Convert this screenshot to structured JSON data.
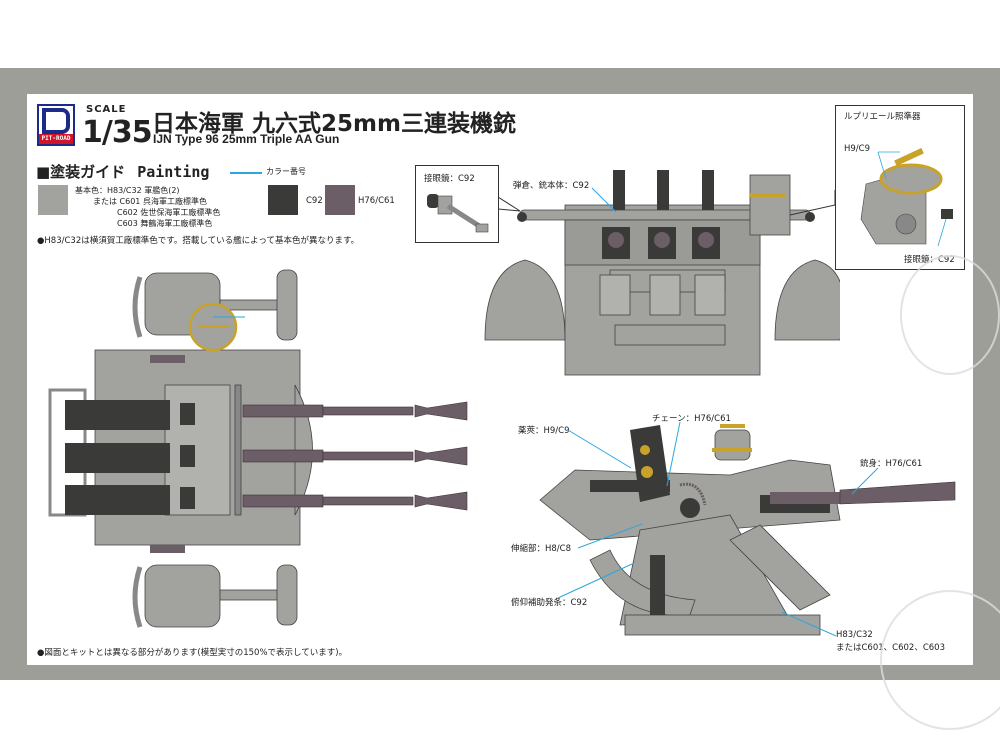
{
  "header": {
    "brand": "PIT-ROAD",
    "scale_label": "SCALE",
    "scale_value": "1/35",
    "title_jp": "日本海軍 九六式25mm三連装機銃",
    "title_en": "IJN Type 96 25mm Triple AA Gun"
  },
  "painting": {
    "heading_jp": "■塗装ガイド",
    "heading_en": "Painting",
    "legend_label": "カラー番号",
    "swatches": [
      {
        "name": "base",
        "color": "#a2a39e",
        "lines": [
          "基本色：H83/C32 軍艦色(2)",
          "または C601 呉海軍工廠標準色",
          "C602 佐世保海軍工廠標準色",
          "C603 舞鶴海軍工廠標準色"
        ]
      },
      {
        "name": "c92",
        "color": "#3a3a38",
        "label": "C92"
      },
      {
        "name": "h76",
        "color": "#6c5e66",
        "label": "H76/C61"
      }
    ],
    "note": "●H83/C32は横須賀工廠標準色です。搭載している艦によって基本色が異なります。"
  },
  "callouts": {
    "eyepiece_box": "接眼鏡：C92",
    "magazine": "弾倉、銃本体：C92",
    "sight_title": "ルプリエール照準器",
    "sight_h9": "H9/C9",
    "sight_eyepiece": "接眼鏡：C92",
    "cartridge": "薬莢：H9/C9",
    "chain": "チェーン：H76/C61",
    "barrel": "銃身：H76/C61",
    "recoil": "伸縮部：H8/C8",
    "elevation_spring": "俯仰補助発条：C92",
    "base_line1": "H83/C32",
    "base_line2": "またはC601、C602、C603"
  },
  "footer": {
    "note": "●図面とキットとは異なる部分があります(模型実寸の150%で表示しています)。"
  },
  "colors": {
    "frame": "#9e9e98",
    "base_grey": "#a2a39e",
    "dark": "#3a3a38",
    "barrel": "#6c5e66",
    "brass": "#c9a22a",
    "leader": "#2aa7df",
    "logo_blue": "#1c2a8a",
    "logo_red": "#d0152b"
  }
}
